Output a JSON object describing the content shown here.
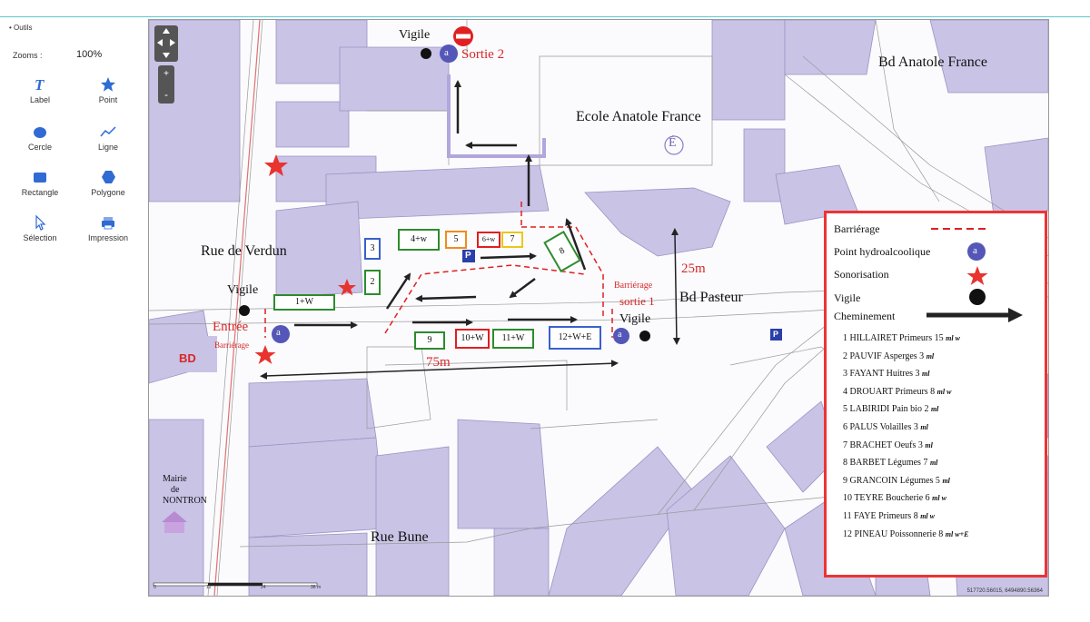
{
  "tools": {
    "title": "Outils",
    "zoom_label": "Zooms :",
    "zoom_value": "100%",
    "items": [
      {
        "label": "Label",
        "icon": "text-t-icon"
      },
      {
        "label": "Point",
        "icon": "star-icon"
      },
      {
        "label": "Cercle",
        "icon": "circle-icon"
      },
      {
        "label": "Ligne",
        "icon": "line-icon"
      },
      {
        "label": "Rectangle",
        "icon": "rectangle-icon"
      },
      {
        "label": "Polygone",
        "icon": "polygon-icon"
      },
      {
        "label": "Sélection",
        "icon": "cursor-icon"
      },
      {
        "label": "Impression",
        "icon": "print-icon"
      }
    ]
  },
  "map": {
    "labels": {
      "vigile_top": "Vigile",
      "sortie2": "Sortie 2",
      "bd_anatole": "Bd Anatole France",
      "ecole": "Ecole Anatole France",
      "ecole_icon": "É",
      "rue_verdun": "Rue de Verdun",
      "vigile_left": "Vigile",
      "entree": "Entrée",
      "barriere_left": "Barriérage",
      "bd": "BD",
      "barriere_right": "Barriérage",
      "sortie1": "sortie 1",
      "dist_25": "25m",
      "bd_pasteur": "Bd Pasteur",
      "vigile_right": "Vigile",
      "dist_75": "75m",
      "mairie1": "Mairie",
      "mairie2": "de",
      "mairie3": "NONTRON",
      "rue_bune": "Rue Bune",
      "parking": "P",
      "hydro": "a",
      "coords": "517720.56015, 6494890.56364"
    },
    "scale": [
      "0",
      "12",
      "24",
      "36 m"
    ],
    "stalls": [
      "1+W",
      "2",
      "3",
      "4+w",
      "5",
      "6+w",
      "7",
      "8",
      "9",
      "10+W",
      "11+W",
      "12+W+E"
    ]
  },
  "legend": {
    "barriere": "Barriérage",
    "hydro": "Point hydroalcoolique",
    "sono": "Sonorisation",
    "vigile": "Vigile",
    "chemin": "Cheminement",
    "entries": [
      {
        "text": "1 HILLAIRET Primeurs 15",
        "unit": "ml w"
      },
      {
        "text": "2 PAUVIF Asperges 3",
        "unit": "ml"
      },
      {
        "text": "3 FAYANT Huitres 3",
        "unit": "ml"
      },
      {
        "text": "4 DROUART Primeurs 8",
        "unit": "ml w"
      },
      {
        "text": "5 LABIRIDI Pain bio 2",
        "unit": "ml"
      },
      {
        "text": "6 PALUS Volailles 3",
        "unit": "ml"
      },
      {
        "text": "7 BRACHET Oeufs 3",
        "unit": "ml"
      },
      {
        "text": "8 BARBET Légumes 7",
        "unit": "ml"
      },
      {
        "text": "9 GRANCOIN Légumes 5",
        "unit": "ml"
      },
      {
        "text": "10 TEYRE Boucherie 6",
        "unit": "ml w"
      },
      {
        "text": "11 FAYE Primeurs 8",
        "unit": "ml w"
      },
      {
        "text": "12 PINEAU Poissonnerie 8",
        "unit": "ml w+E"
      }
    ]
  },
  "colors": {
    "building": "#c9c3e6",
    "building_edge": "#9a93c4",
    "red": "#e02020",
    "green": "#2e8b2e",
    "blue": "#3a5fcd",
    "orange": "#f08c1e",
    "yellow": "#e8c81e",
    "marker_blue": "#5457b8"
  }
}
